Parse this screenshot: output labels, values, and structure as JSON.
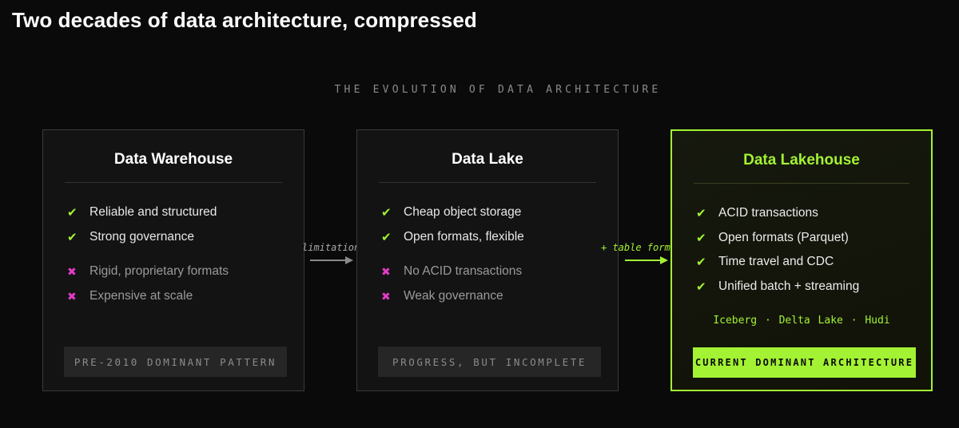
{
  "page_title": "Two decades of data architecture, compressed",
  "subtitle": "THE EVOLUTION OF DATA ARCHITECTURE",
  "colors": {
    "background": "#0a0a0a",
    "accent_green": "#a3f233",
    "con_magenta": "#e33bc8",
    "card_border": "#3a3a3a"
  },
  "cards": [
    {
      "title": "Data Warehouse",
      "pros": [
        "Reliable and structured",
        "Strong governance"
      ],
      "cons": [
        "Rigid, proprietary formats",
        "Expensive at scale"
      ],
      "badge": "PRE-2010 DOMINANT PATTERN"
    },
    {
      "title": "Data Lake",
      "pros": [
        "Cheap object storage",
        "Open formats, flexible"
      ],
      "cons": [
        "No ACID transactions",
        "Weak governance"
      ],
      "badge": "PROGRESS, BUT INCOMPLETE"
    },
    {
      "title": "Data Lakehouse",
      "pros": [
        "ACID transactions",
        "Open formats (Parquet)",
        "Time travel and CDC",
        "Unified batch + streaming"
      ],
      "formats": "Iceberg · Delta Lake · Hudi",
      "badge": "CURRENT DOMINANT ARCHITECTURE"
    }
  ],
  "arrows": [
    {
      "label": "limitations"
    },
    {
      "label": "+ table formats"
    }
  ],
  "icons": {
    "pro": "check-icon",
    "con": "cross-icon",
    "pro_glyph": "✔",
    "con_glyph": "✖"
  }
}
